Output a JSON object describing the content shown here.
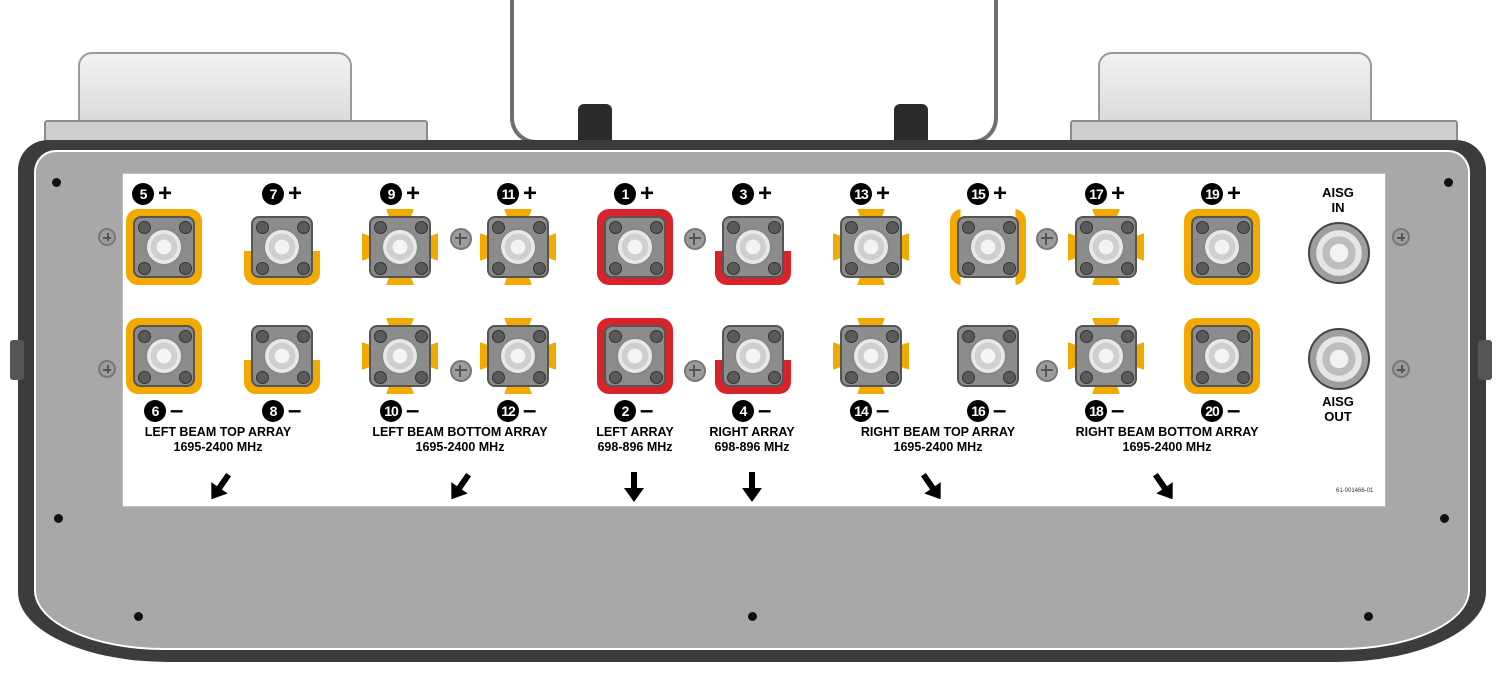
{
  "ports": [
    {
      "id": "5",
      "sign": "+"
    },
    {
      "id": "7",
      "sign": "+"
    },
    {
      "id": "9",
      "sign": "+"
    },
    {
      "id": "11",
      "sign": "+"
    },
    {
      "id": "1",
      "sign": "+"
    },
    {
      "id": "3",
      "sign": "+"
    },
    {
      "id": "13",
      "sign": "+"
    },
    {
      "id": "15",
      "sign": "+"
    },
    {
      "id": "17",
      "sign": "+"
    },
    {
      "id": "19",
      "sign": "+"
    },
    {
      "id": "6",
      "sign": "–"
    },
    {
      "id": "8",
      "sign": "–"
    },
    {
      "id": "10",
      "sign": "–"
    },
    {
      "id": "12",
      "sign": "–"
    },
    {
      "id": "2",
      "sign": "–"
    },
    {
      "id": "4",
      "sign": "–"
    },
    {
      "id": "14",
      "sign": "–"
    },
    {
      "id": "16",
      "sign": "–"
    },
    {
      "id": "18",
      "sign": "–"
    },
    {
      "id": "20",
      "sign": "–"
    }
  ],
  "aisg": {
    "in_top": "AISG",
    "in_bottom": "IN",
    "out_top": "AISG",
    "out_bottom": "OUT"
  },
  "groups": [
    {
      "name": "LEFT BEAM TOP ARRAY",
      "freq": "1695-2400 MHz"
    },
    {
      "name": "LEFT BEAM BOTTOM ARRAY",
      "freq": "1695-2400 MHz"
    },
    {
      "name": "LEFT ARRAY",
      "freq": "698-896 MHz"
    },
    {
      "name": "RIGHT ARRAY",
      "freq": "698-896 MHz"
    },
    {
      "name": "RIGHT BEAM TOP ARRAY",
      "freq": "1695-2400 MHz"
    },
    {
      "name": "RIGHT BEAM BOTTOM ARRAY",
      "freq": "1695-2400 MHz"
    }
  ],
  "part_number": "61-001466-01",
  "colors": {
    "highband": "#f2a900",
    "lowband": "#d9232a",
    "housing": "#a8a8a8",
    "plate": "#ffffff"
  }
}
